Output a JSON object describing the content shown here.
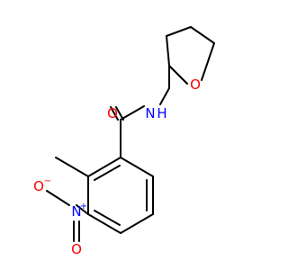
{
  "molecule": {
    "atoms": {
      "carbonyl_oxygen": {
        "symbol": "O"
      },
      "amide_nitrogen": {
        "symbol": "N",
        "hydrogen": "H"
      },
      "ring_oxygen": {
        "symbol": "O"
      },
      "nitro_nitrogen": {
        "symbol": "N",
        "charge": "+"
      },
      "nitro_oxygen": {
        "symbol": "O",
        "charge": "−"
      }
    },
    "colors": {
      "bond": "#000000",
      "oxygen": "#ff0000",
      "nitrogen": "#0000ff"
    }
  }
}
